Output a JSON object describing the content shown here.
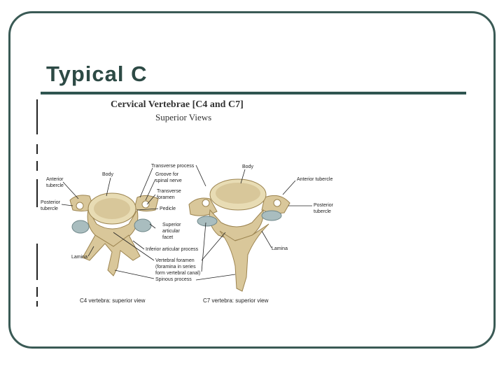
{
  "slide": {
    "title": "Typical C"
  },
  "figure": {
    "title": "Cervical Vertebrae [C4 and C7]",
    "subtitle": "Superior Views",
    "captions": {
      "c4": "C4 vertebra: superior view",
      "c7": "C7 vertebra: superior view"
    },
    "labels": {
      "transverse_process": "Transverse process",
      "body_c4": "Body",
      "groove_spinal_nerve_1": "Groove for",
      "groove_spinal_nerve_2": "spinal nerve",
      "anterior_tubercle_c4_1": "Anterior",
      "anterior_tubercle_c4_2": "tubercle",
      "posterior_tubercle_c4_1": "Posterior",
      "posterior_tubercle_c4_2": "tubercle",
      "transverse_foramen_1": "Transverse",
      "transverse_foramen_2": "foramen",
      "pedicle": "Pedicle",
      "superior_facet_1": "Superior",
      "superior_facet_2": "articular",
      "superior_facet_3": "facet",
      "inferior_articular_process": "Inferior articular process",
      "lamina_c4": "Lamina",
      "vertebral_foramen_1": "Vertebral foramen",
      "vertebral_foramen_2": "(foramina in series",
      "vertebral_foramen_3": "form vertebral canal)",
      "spinous_process": "Spinous process",
      "body_c7": "Body",
      "anterior_tubercle_c7": "Anterior tubercle",
      "posterior_tubercle_c7_1": "Posterior",
      "posterior_tubercle_c7_2": "tubercle",
      "lamina_c7": "Lamina"
    }
  },
  "colors": {
    "frame": "#3a5a55",
    "title": "#2d4a45",
    "rule": "#2f5550",
    "bone": "#d9c79a",
    "bone_dark": "#b59b63",
    "body_face": "#e8dcb4",
    "cartilage": "#a9bdbf"
  }
}
